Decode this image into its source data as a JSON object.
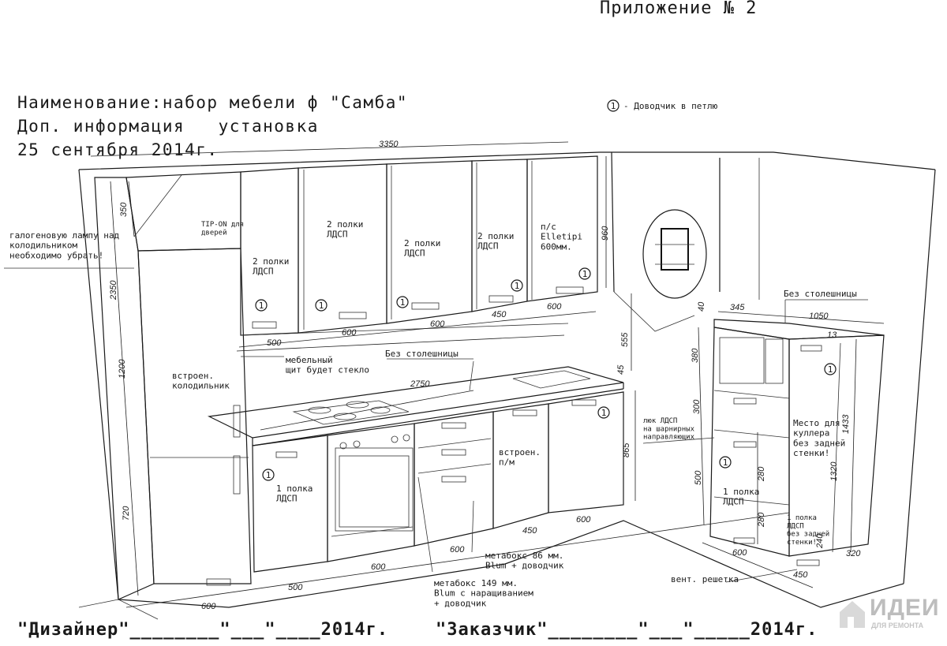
{
  "header": {
    "appendix": "Приложение № 2",
    "name_line": "Наименование:набор мебели ф \"Самба\"",
    "info_line": "Доп. информация   установка",
    "date_line": "25 сентября 2014г."
  },
  "legend": {
    "marker": "1",
    "text": "- Доводчик в петлю"
  },
  "upper_cabinets": {
    "tip_on": "TIP-ON для\nдверей",
    "lamp_note": "галогеновую лампу над\nколодильником\nнеобходимо убрать!",
    "cab1": "2 полки\nЛДСП",
    "cab2": "2 полки\nЛДСП",
    "cab3": "2 полки\nЛДСП",
    "cab4": "2 полки\nЛДСП",
    "cab5": "п/с\nElletipi\n600мм."
  },
  "wall_panel": {
    "glass_note": "мебельный\nщит будет стекло",
    "no_top_1": "Без столешницы"
  },
  "fridge": {
    "label": "встроен.\nколодильник"
  },
  "lower_cabinets": {
    "shelf_1": "1 полка\nЛДСП",
    "dishwasher": "встроен.\nп/м",
    "metabox_86": "метабокс 86 мм.\nBlum + доводчик",
    "metabox_149": "метабокс 149 мм.\nBlum с наращиванием\n+ доводчик"
  },
  "column": {
    "no_top_2": "Без столешницы",
    "hinges_note": "люк ЛДСП\nна шарнирных\nнаправляющих",
    "shelf_2": "1 полка\nЛДСП",
    "cooler_note": "Место для\nкуллера\nбез задней\nстенки!",
    "shelf_3": "1 полка\nЛДСП\nбез задней\nстенки!",
    "vent": "вент. решетка"
  },
  "dimensions": {
    "d3350": "3350",
    "d2750": "2750",
    "d2350": "2350",
    "d1200": "1200",
    "d720": "720",
    "d350": "350",
    "d960": "960",
    "d555": "555",
    "d865": "865",
    "d45": "45",
    "d40": "40",
    "d345": "345",
    "d1050": "1050",
    "d13": "13",
    "d380": "380",
    "d300": "300",
    "d500v": "500",
    "d280a": "280",
    "d280b": "280",
    "d1433": "1433",
    "d1320": "1320",
    "d320": "320",
    "d240": "240",
    "u500": "500",
    "u600a": "600",
    "u600b": "600",
    "u450a": "450",
    "u600c": "600",
    "b600a": "600",
    "b500": "500",
    "b600b": "600",
    "b600c": "600",
    "b450": "450",
    "b600d": "600",
    "c600": "600",
    "c450": "450"
  },
  "footer": {
    "designer": "\"Дизайнер\"________\"___\"____2014г.",
    "customer": "\"Заказчик\"________\"___\"_____2014г."
  },
  "watermark": {
    "brand": "ИДЕИ",
    "sub": "ДЛЯ РЕМОНТА"
  }
}
